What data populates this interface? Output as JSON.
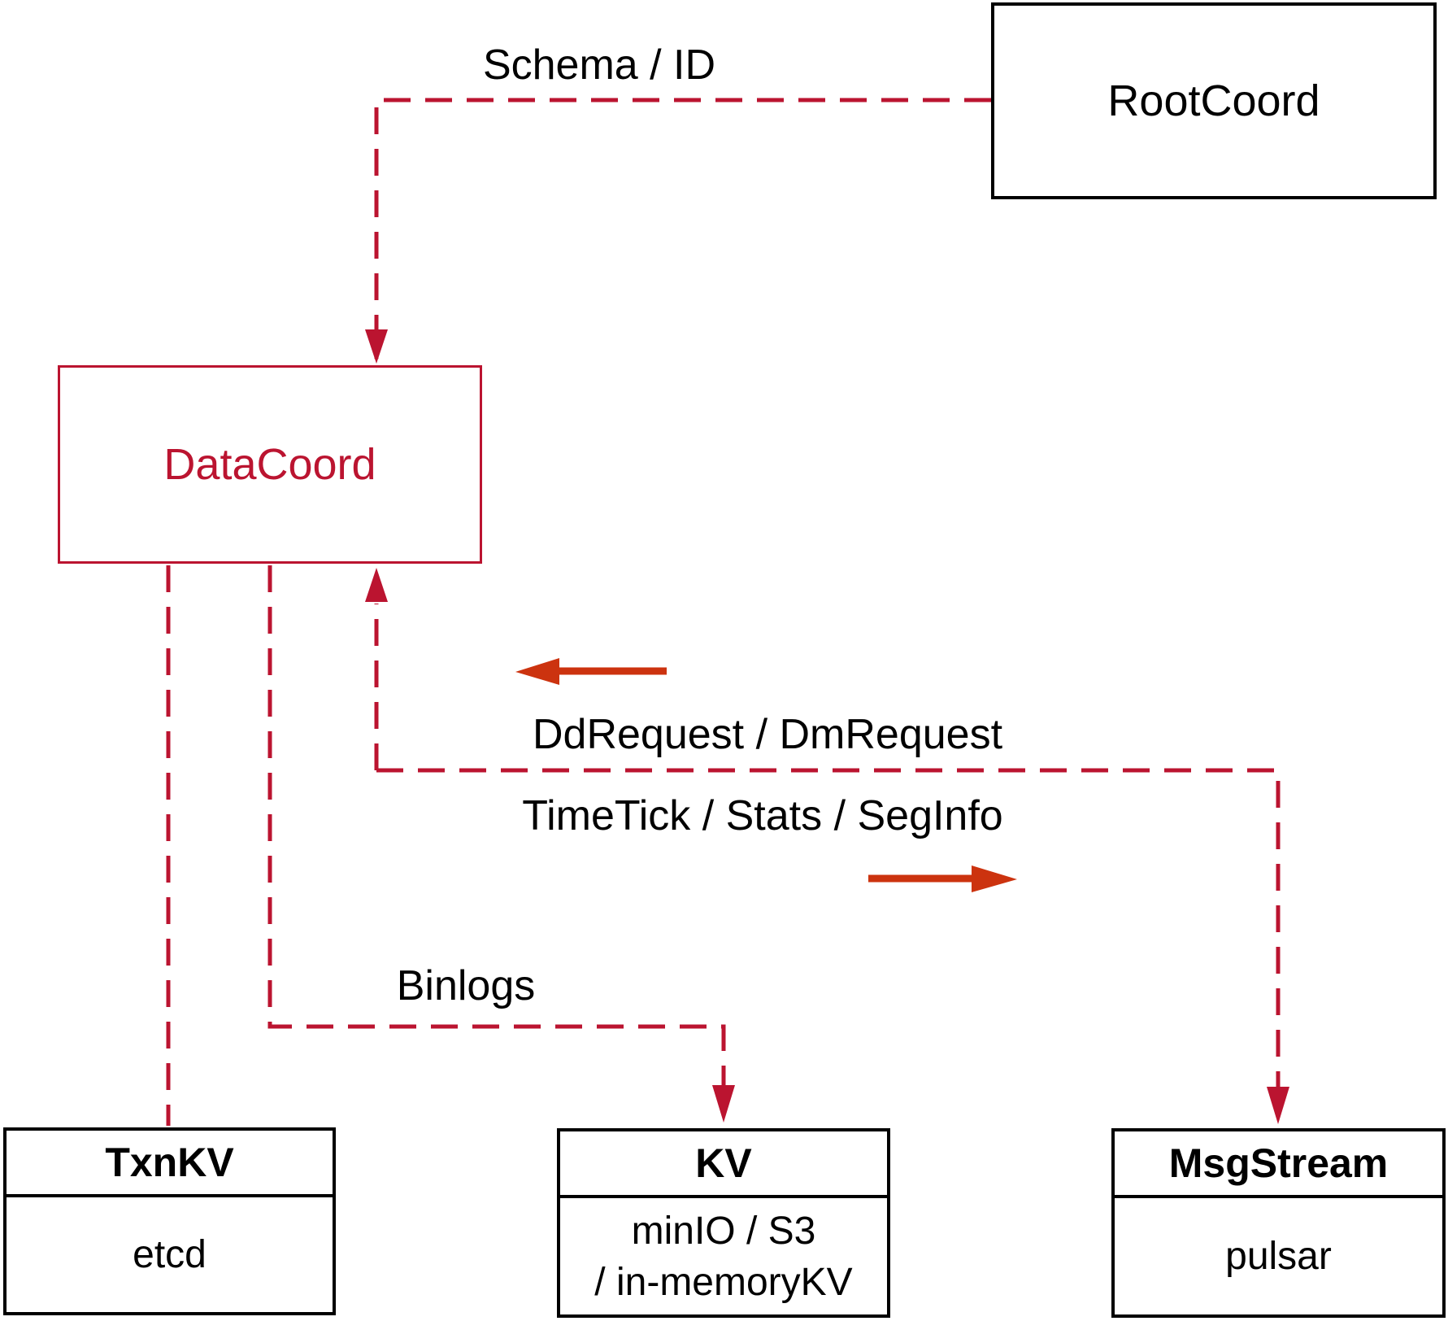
{
  "colors": {
    "crimson": "#bb1430",
    "vermilion": "#cc330f",
    "ink": "#000000",
    "bg": "#ffffff"
  },
  "nodes": {
    "rootcoord": {
      "label": "RootCoord"
    },
    "datacoord": {
      "label": "DataCoord"
    },
    "txnkv": {
      "title": "TxnKV",
      "body": "etcd"
    },
    "kv": {
      "title": "KV",
      "body_line1": "minIO / S3",
      "body_line2": "/ in-memoryKV"
    },
    "msgstream": {
      "title": "MsgStream",
      "body": "pulsar"
    }
  },
  "edge_labels": {
    "schema_id": "Schema / ID",
    "dd_dm_request": "DdRequest / DmRequest",
    "timetick_stats_seginfo": "TimeTick / Stats / SegInfo",
    "binlogs": "Binlogs"
  }
}
